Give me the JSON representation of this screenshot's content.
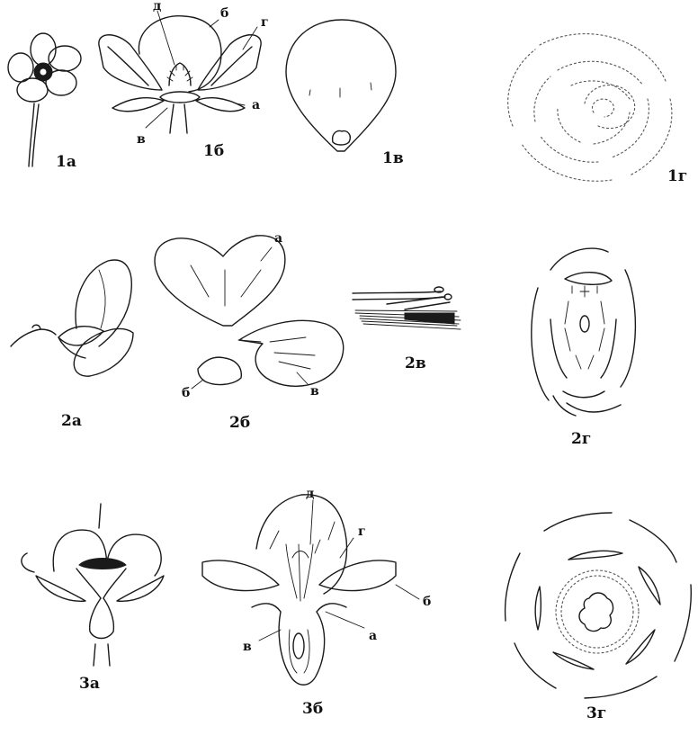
{
  "figures": {
    "f1a": "1а",
    "f1b": "1б",
    "f1v": "1в",
    "f1g": "1г",
    "f2a": "2а",
    "f2b": "2б",
    "f2v": "2в",
    "f2g": "2г",
    "f3a": "3а",
    "f3b": "3б",
    "f3g": "3г"
  },
  "parts_1b": {
    "d": "д",
    "b": "б",
    "g": "г",
    "a": "а",
    "v": "в"
  },
  "parts_2b": {
    "a": "а",
    "b": "б",
    "v": "в"
  },
  "parts_3b": {
    "d": "д",
    "g": "г",
    "b": "б",
    "a": "а",
    "v": "в"
  }
}
